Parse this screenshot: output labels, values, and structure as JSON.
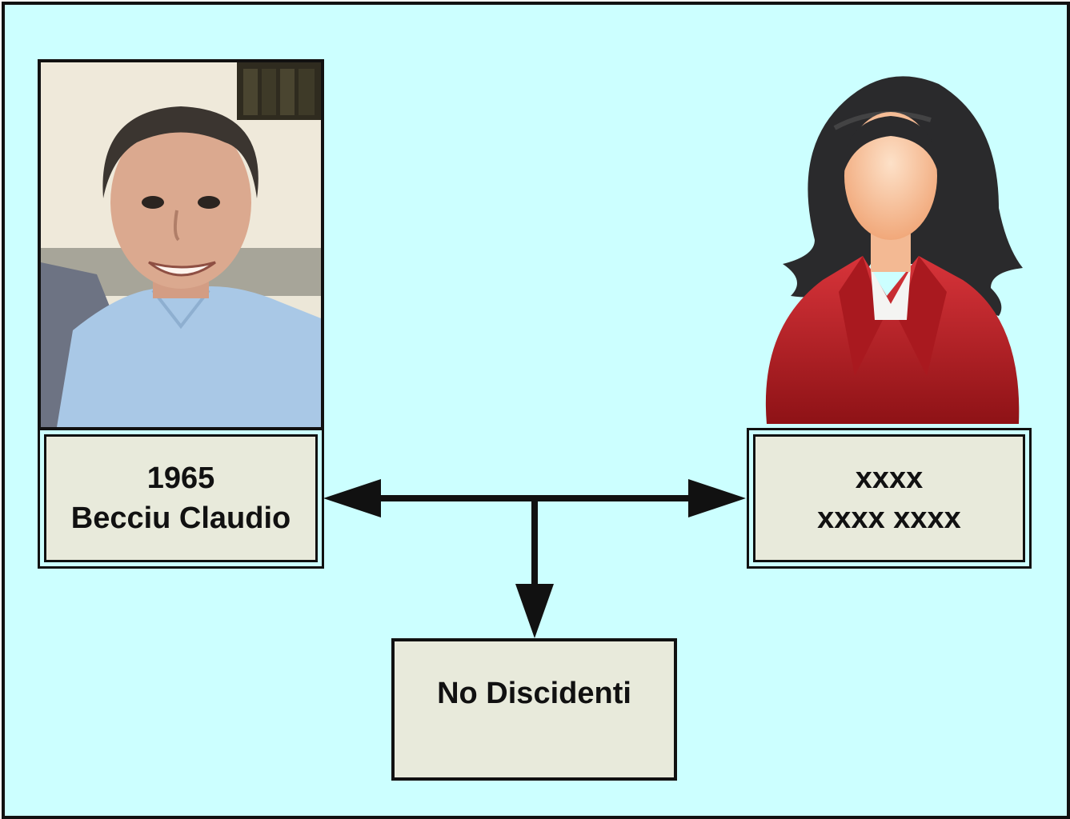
{
  "left_person": {
    "year": "1965",
    "name": "Becciu Claudio"
  },
  "right_person": {
    "line1": "xxxx",
    "line2": "xxxx xxxx"
  },
  "child": {
    "label": "No Discidenti"
  },
  "icons": {
    "left_photo": "man-photo",
    "right_avatar": "woman-avatar-icon"
  },
  "colors": {
    "background": "#ccffff",
    "box_fill": "#e8eadb",
    "jacket": "#b81e22"
  }
}
